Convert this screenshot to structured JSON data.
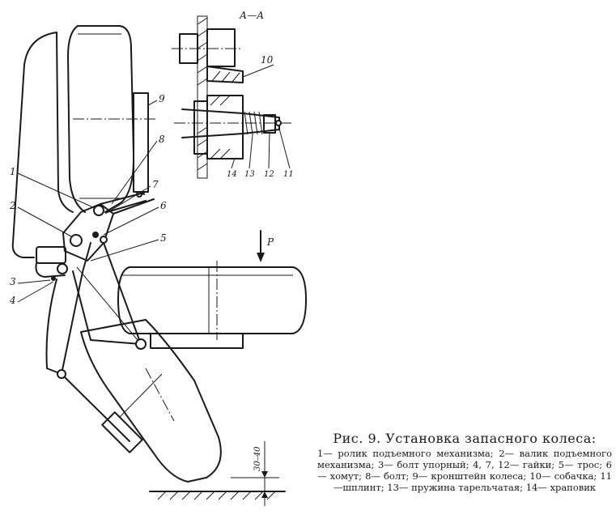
{
  "figure": {
    "section_label": "А—А",
    "force_label": "P",
    "dimension_label": "30–40",
    "parts": [
      "1",
      "2",
      "3",
      "4",
      "5",
      "6",
      "7",
      "8",
      "9",
      "10",
      "11",
      "12",
      "13",
      "14"
    ]
  },
  "caption": {
    "title": "Рис. 9. Установка запасного колеса:",
    "legend": "1— ролик подъемного механизма; 2— валик подъемного механизма; 3— болт упорный; 4, 7, 12— гайки; 5— трос; 6— хомут; 8— болт; 9— кронштейн колеса; 10— собачка; 11—шплинт; 13— пружина тарельчатая; 14— храповик"
  }
}
